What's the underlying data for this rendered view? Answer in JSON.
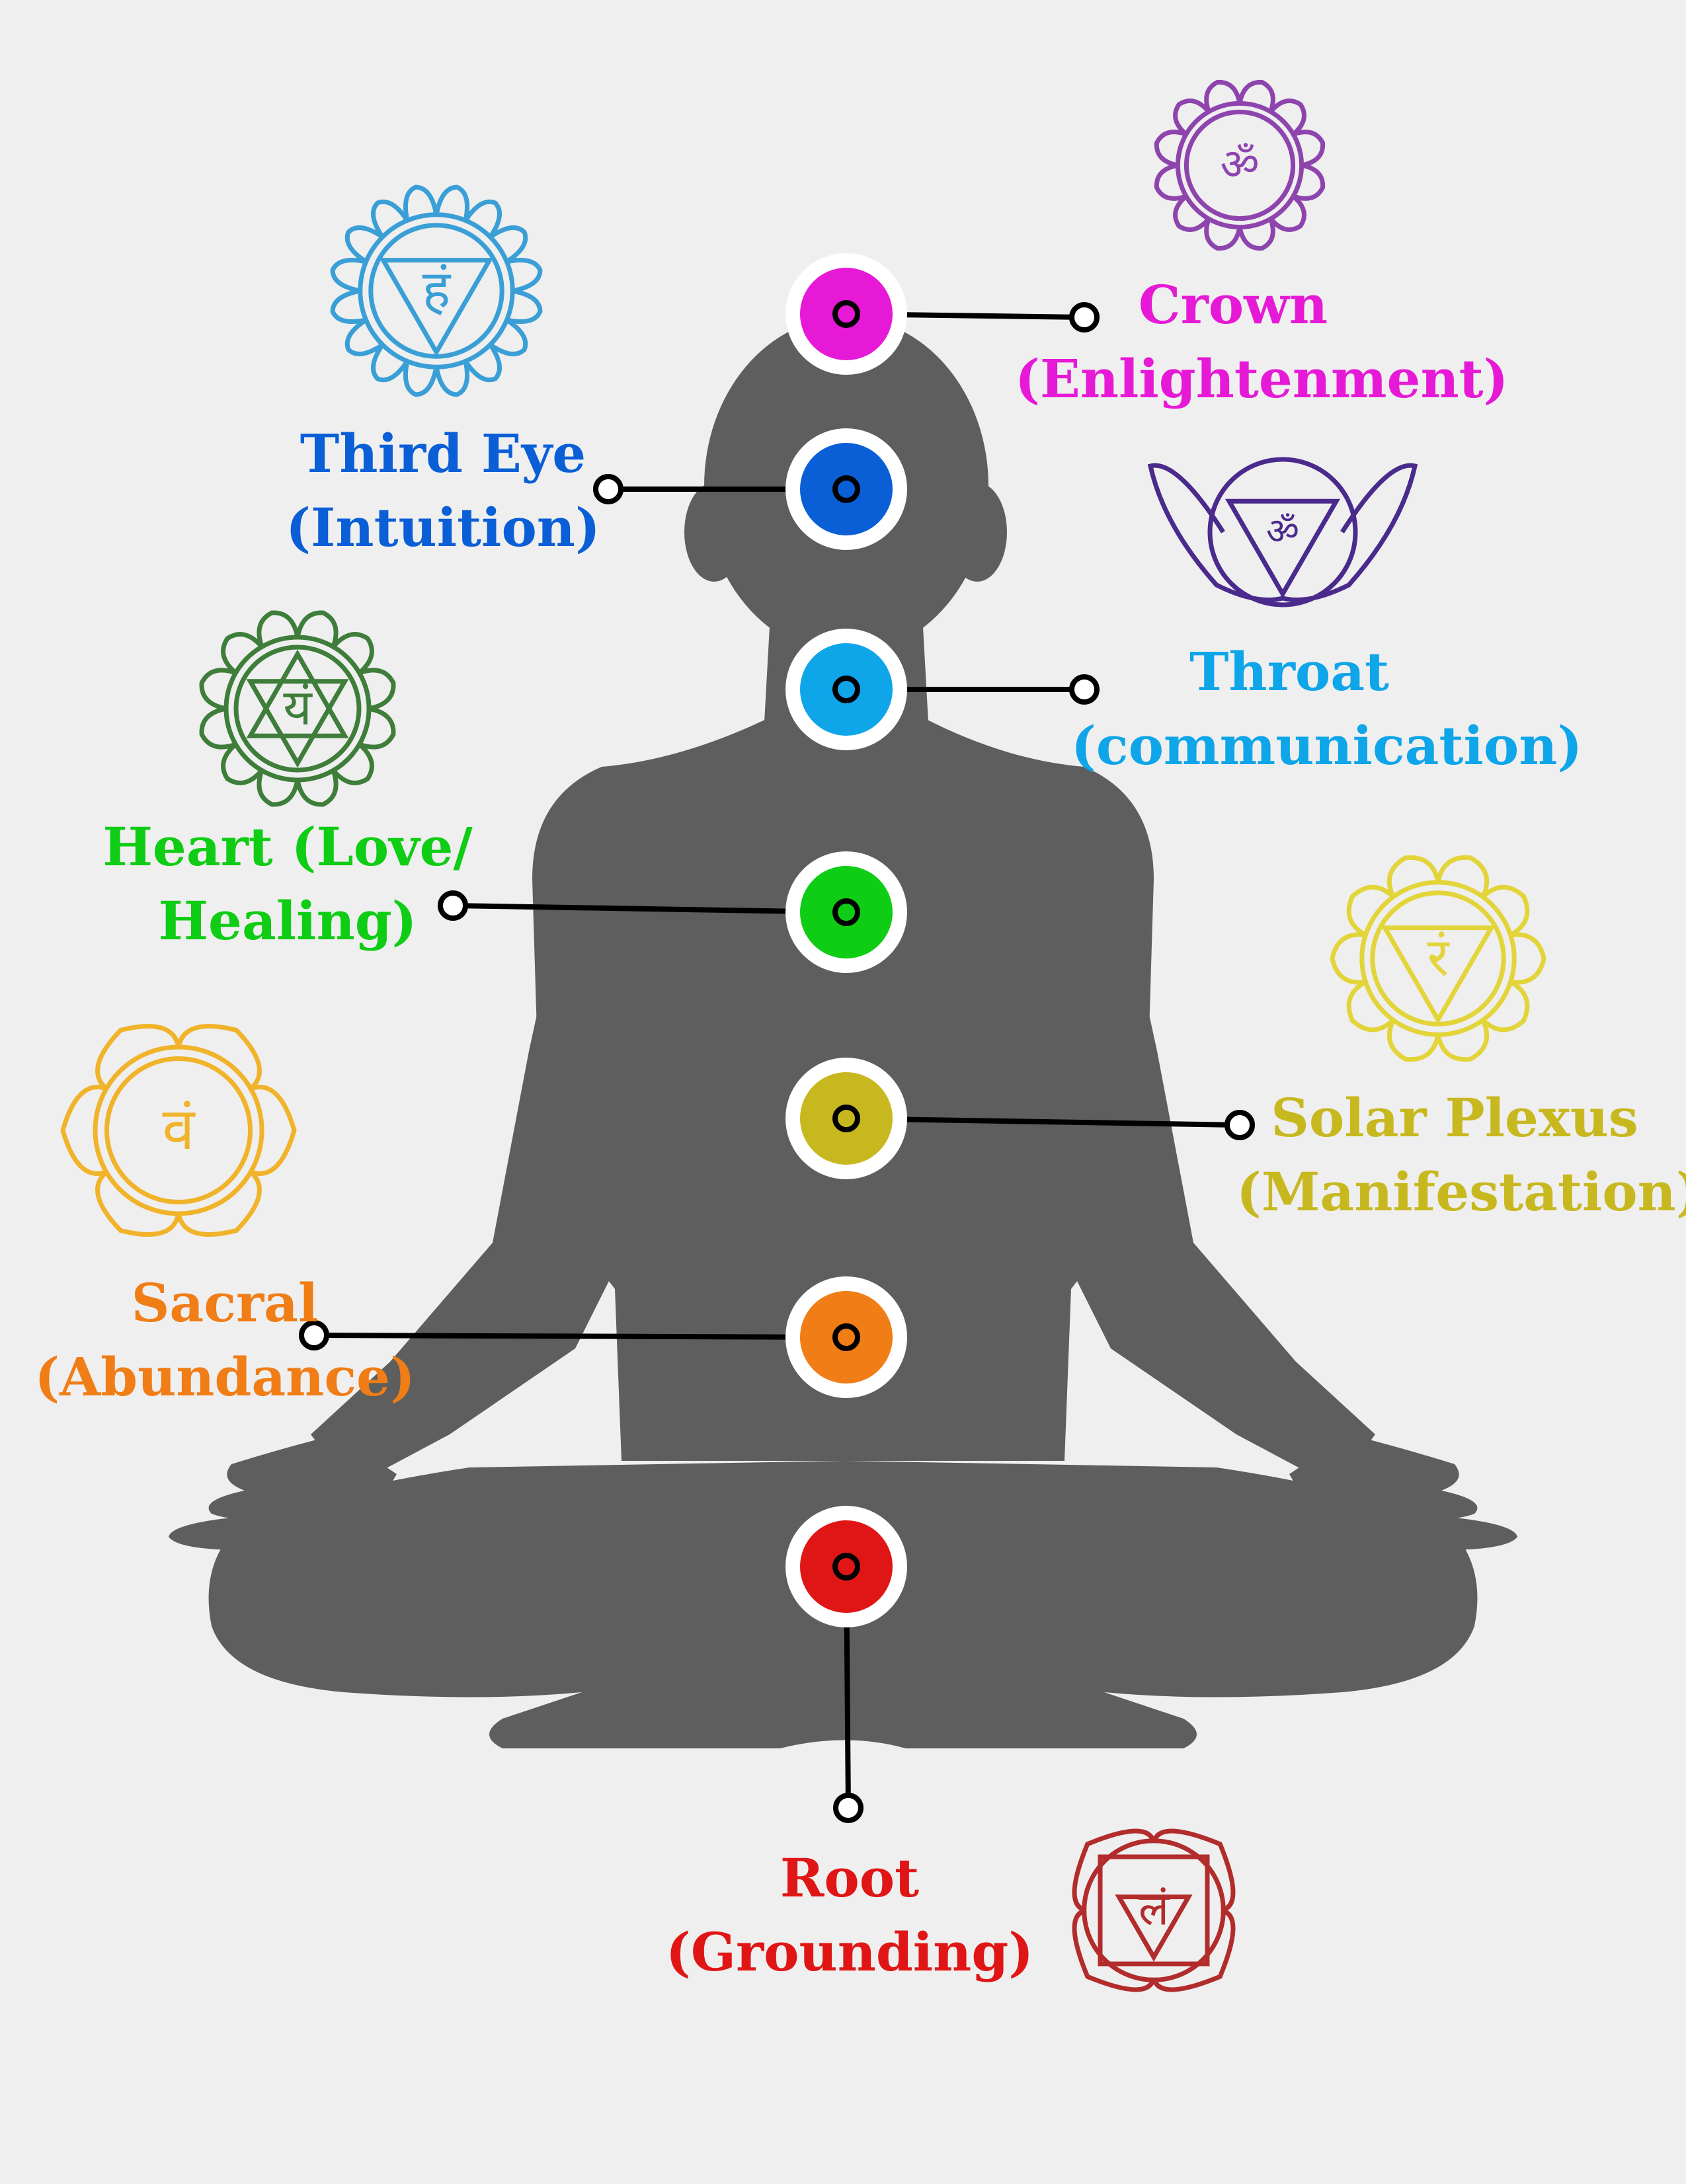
{
  "chakras": [
    {
      "id": "crown",
      "name": "Crown",
      "meaning": "(Enlightenment)",
      "color": "#e619d6",
      "symbol_color": "#8e44ad",
      "symbol_glyph": "ॐ",
      "icon": "crown-chakra-symbol-icon"
    },
    {
      "id": "third-eye",
      "name": "Third Eye",
      "meaning": "(Intuition)",
      "color": "#0a5fd6",
      "symbol_color": "#4a2a8c",
      "symbol_glyph": "ॐ",
      "icon": "third-eye-chakra-symbol-icon"
    },
    {
      "id": "throat",
      "name": "Throat",
      "meaning": "(communication)",
      "color": "#0ea5e9",
      "symbol_color": "#3a9fd6",
      "symbol_glyph": "हं",
      "icon": "throat-chakra-symbol-icon"
    },
    {
      "id": "heart",
      "name": "Heart (Love/",
      "meaning": "Healing)",
      "color": "#0fcc14",
      "symbol_color": "#3e7d3a",
      "symbol_glyph": "यं",
      "icon": "heart-chakra-symbol-icon"
    },
    {
      "id": "solar-plexus",
      "name": "Solar Plexus",
      "meaning": "(Manifestation)",
      "color": "#c8b81f",
      "symbol_color": "#e3d43a",
      "symbol_glyph": "रं",
      "icon": "solar-plexus-chakra-symbol-icon"
    },
    {
      "id": "sacral",
      "name": "Sacral",
      "meaning": "(Abundance)",
      "color": "#f07d16",
      "symbol_color": "#f0b32a",
      "symbol_glyph": "वं",
      "icon": "sacral-chakra-symbol-icon"
    },
    {
      "id": "root",
      "name": "Root",
      "meaning": "(Grounding)",
      "color": "#e01616",
      "symbol_color": "#b22c2c",
      "symbol_glyph": "लं",
      "icon": "root-chakra-symbol-icon"
    }
  ],
  "colors": {
    "background": "#efefef",
    "silhouette": "#5e5e5e",
    "connector": "#000000"
  }
}
